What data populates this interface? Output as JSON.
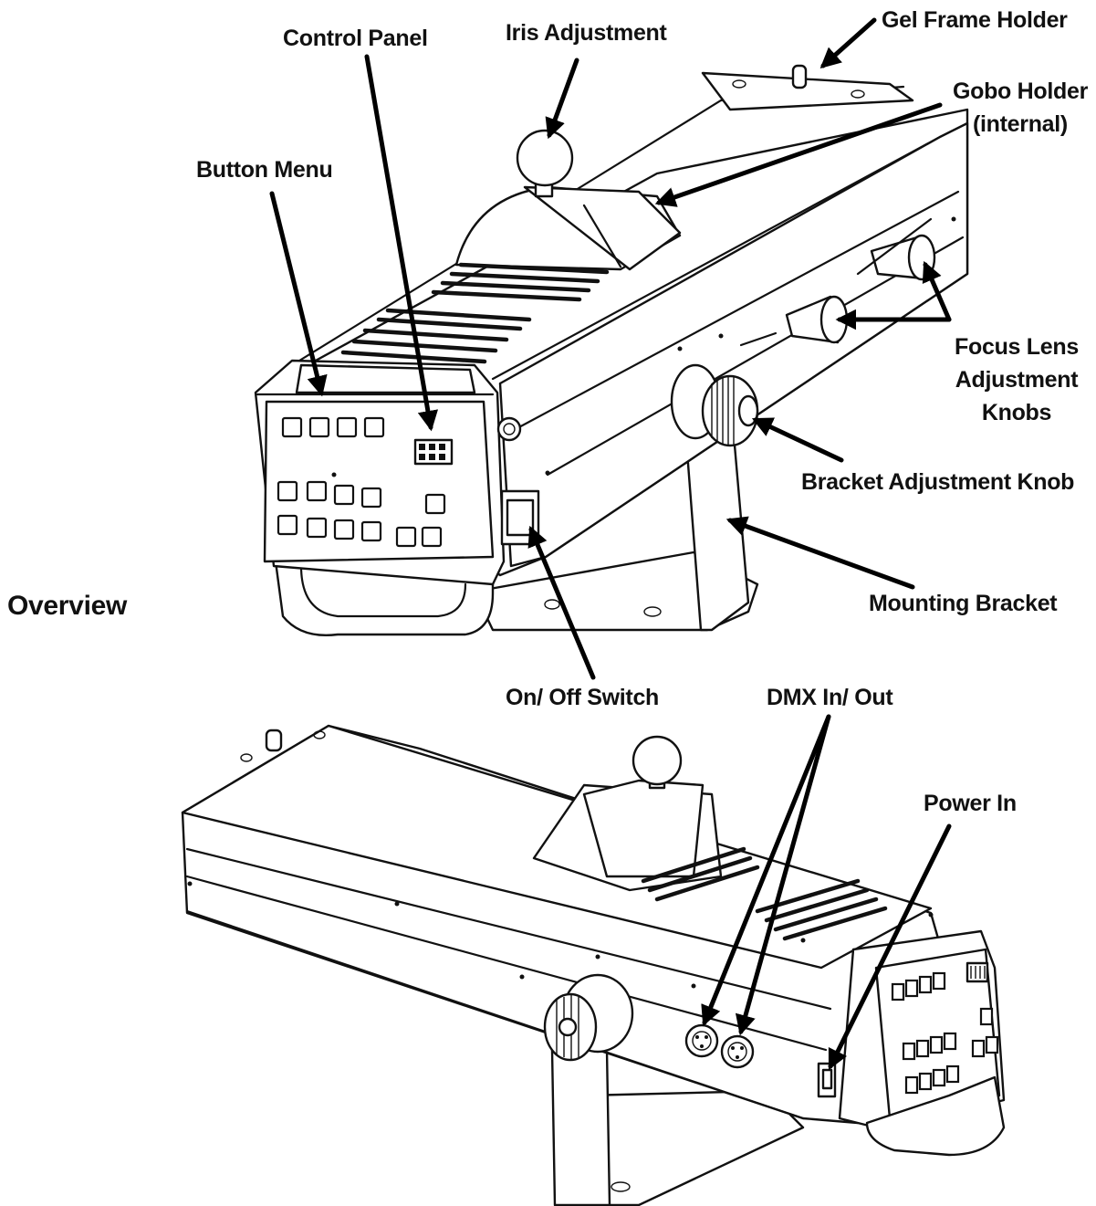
{
  "heading": "Overview",
  "callouts": {
    "control_panel": "Control Panel",
    "iris_adjustment": "Iris Adjustment",
    "gel_frame_holder": "Gel Frame Holder",
    "gobo_holder": [
      "Gobo Holder",
      "(internal)"
    ],
    "button_menu": "Button Menu",
    "focus_lens_knobs": [
      "Focus Lens",
      "Adjustment",
      "Knobs"
    ],
    "bracket_adjustment_knob": "Bracket Adjustment Knob",
    "mounting_bracket": "Mounting Bracket",
    "on_off_switch": "On/ Off Switch",
    "dmx_in_out": "DMX In/ Out",
    "power_in": "Power In"
  }
}
